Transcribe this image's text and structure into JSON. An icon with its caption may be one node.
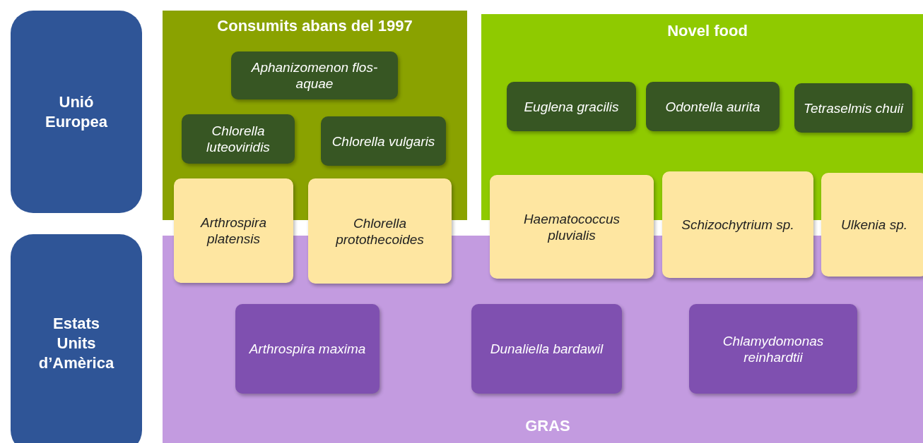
{
  "diagram": {
    "nodes": [
      {
        "text": [
          "Unió Europea"
        ]
      },
      {
        "text": [
          "Estats Units d’Amèrica"
        ]
      },
      {
        "text": [
          "Consumits abans del 1997"
        ]
      },
      {
        "text": [
          "Aphanizomenon flos-aquae"
        ],
        "in": 2
      },
      {
        "text": [
          "Chlorella luteoviridis"
        ],
        "in": 2
      },
      {
        "text": [
          "Chlorella vulgaris"
        ],
        "in": 2
      },
      {
        "text": [
          "Novel food"
        ]
      },
      {
        "text": [
          "Euglena gracilis"
        ],
        "in": 6
      },
      {
        "text": [
          "Odontella aurita"
        ],
        "in": 6
      },
      {
        "text": [
          "Tetraselmis chuii"
        ],
        "in": 6
      },
      {
        "text": [
          "GRAS"
        ]
      },
      {
        "text": [
          "Arthrospira platensis"
        ]
      },
      {
        "text": [
          "Chlorella protothecoides"
        ]
      },
      {
        "text": [
          "Haematococcus pluvialis"
        ]
      },
      {
        "text": [
          "Schizochytrium sp."
        ]
      },
      {
        "text": [
          "Ulkenia sp."
        ]
      },
      {
        "text": [
          "Arthrospira maxima"
        ],
        "in": 10
      },
      {
        "text": [
          "Dunaliella bardawil"
        ],
        "in": 10
      },
      {
        "text": [
          "Chlamydomonas reinhardtii"
        ],
        "in": 10
      }
    ],
    "edges": []
  }
}
